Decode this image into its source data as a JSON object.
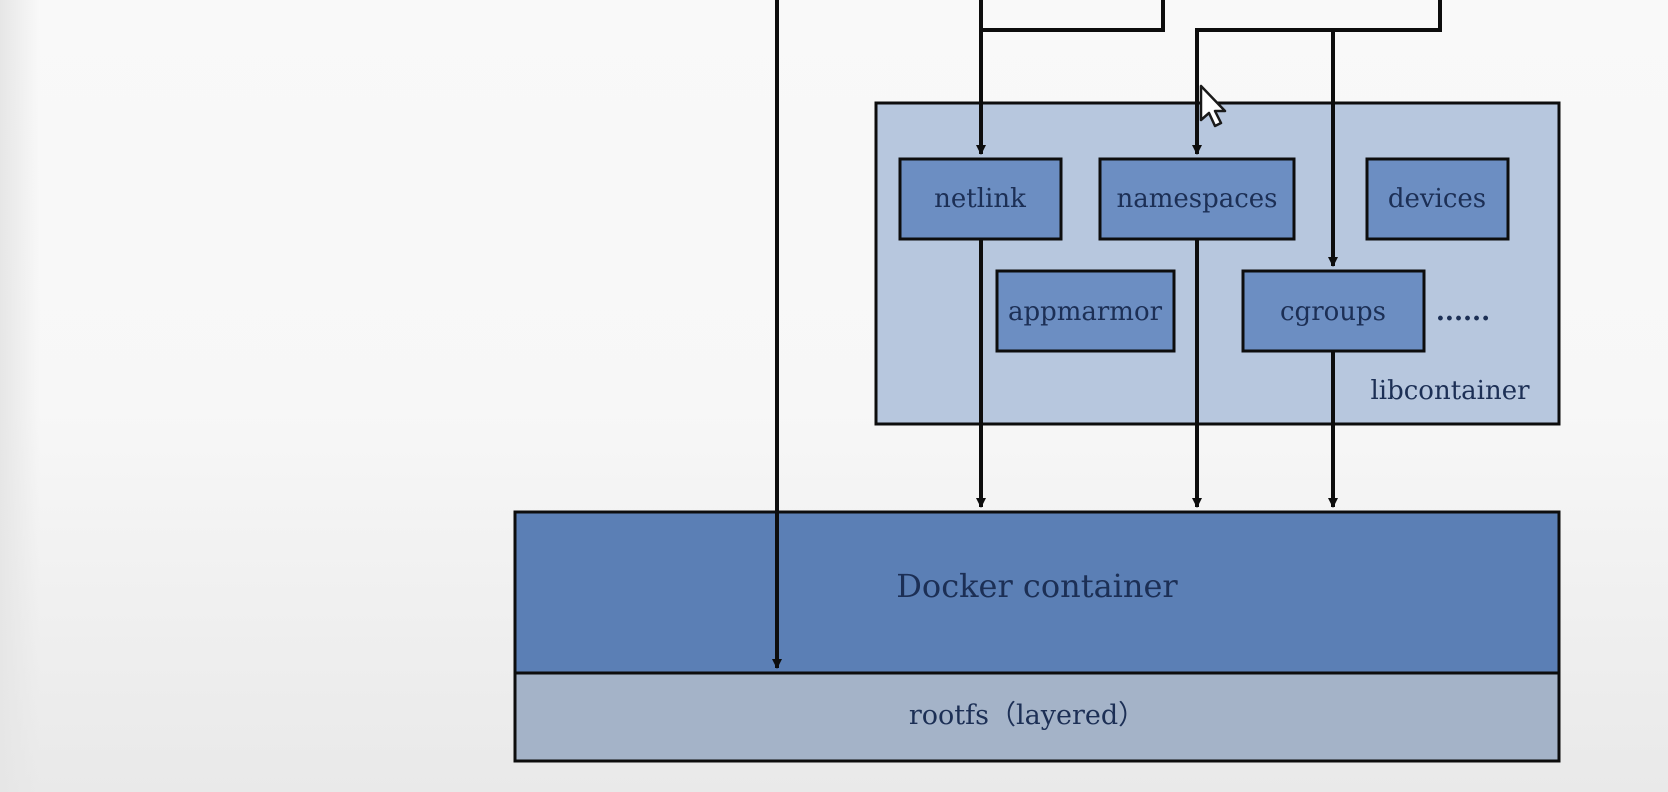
{
  "diagram": {
    "components": {
      "netlink": "netlink",
      "namespaces": "namespaces",
      "devices": "devices",
      "appmarmor": "appmarmor",
      "cgroups": "cgroups",
      "ellipsis": "......"
    },
    "libcontainer_label": "libcontainer",
    "docker_container_label": "Docker container",
    "rootfs_label": "rootfs（layered）"
  },
  "colors": {
    "libcontainer_fill": "#b7c7de",
    "component_fill": "#6c8ec2",
    "docker_container_fill": "#5b7fb5",
    "rootfs_fill": "#a4b3c8",
    "line": "#0d0d0d",
    "text": "#1c2f55"
  }
}
